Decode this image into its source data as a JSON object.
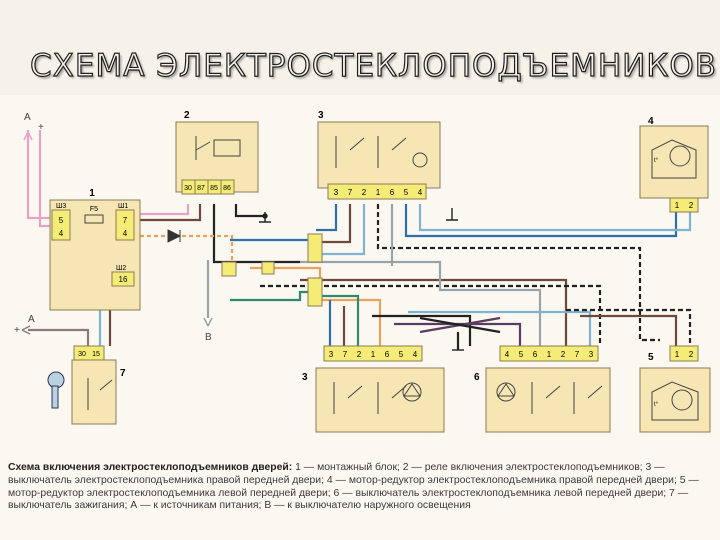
{
  "title": "СХЕМА ЭЛЕКТРОСТЕКЛОПОДЪЕМНИКОВ",
  "caption": {
    "heading": "Схема включения электростеклоподъемников дверей:",
    "text": " 1 — монтажный блок; 2 — реле включения электростеклоподъемников; 3 — выключатель электростеклоподъемника правой передней двери; 4 — мотор-редуктор электростеклоподъемника правой передней двери; 5 — мотор-редуктор электростеклоподъемника левой передней двери; 6 — выключатель электростеклоподъемника левой передней двери; 7 — выключатель зажигания; А — к источникам питания; В — к выключателю наружного освещения"
  },
  "diagram": {
    "component_numbers": {
      "mount_block": "1",
      "relay": "2",
      "switch_right_top": "3",
      "motor_right": "4",
      "switch_right_bottom": "3",
      "switch_left": "6",
      "motor_left": "5",
      "ignition": "7"
    },
    "labels": {
      "source_a_top": "А",
      "plus_top": "+",
      "source_a_left": "А",
      "plus_left": "+",
      "light_switch_b": "В",
      "fuse": "F5",
      "conn_w3": "Ш3",
      "conn_w1": "Ш1",
      "conn_w2": "Ш2",
      "motor_temp": "t°"
    },
    "pins": {
      "block_left": [
        "5",
        "4"
      ],
      "block_right": [
        "7",
        "4"
      ],
      "block_w2": [
        "16"
      ],
      "relay": [
        "30",
        "87",
        "85",
        "86"
      ],
      "switch_right_top": [
        "3",
        "7",
        "2",
        "1",
        "6",
        "5",
        "4"
      ],
      "motor_right": [
        "1",
        "2"
      ],
      "switch_right_bottom": [
        "3",
        "7",
        "2",
        "1",
        "6",
        "5",
        "4"
      ],
      "switch_left": [
        "4",
        "5",
        "6",
        "1",
        "2",
        "7",
        "3"
      ],
      "motor_left": [
        "1",
        "2"
      ],
      "ignition": [
        "30",
        "15"
      ]
    },
    "colors": {
      "box": "#f5e6b4",
      "pin": "#f4ec76",
      "pink": "#e6a3c6",
      "blue": "#2f6fa8",
      "light_blue": "#7fb3cf",
      "orange": "#eaa25a",
      "brown": "#6b4a3c",
      "gray": "#9aa3a8",
      "black": "#222222",
      "green": "#2e8a6a"
    }
  }
}
